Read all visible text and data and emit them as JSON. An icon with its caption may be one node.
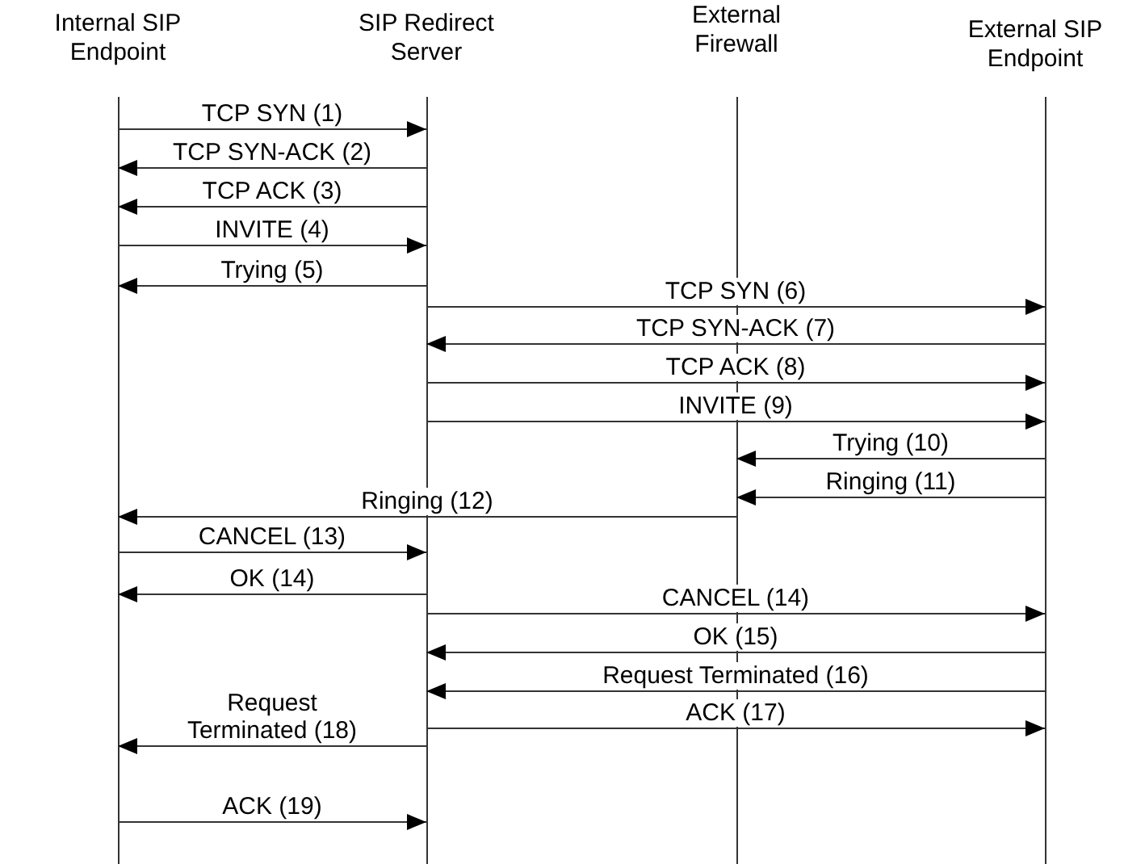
{
  "diagram": {
    "nodes": [
      {
        "text": [
          "Internal SIP Endpoint"
        ]
      },
      {
        "text": [
          "SIP Redirect Server"
        ]
      },
      {
        "text": [
          "External Firewall"
        ]
      },
      {
        "text": [
          "External SIP Endpoint"
        ]
      }
    ],
    "edges": [
      {
        "from": 0,
        "to": 1,
        "arrow": "to",
        "label": "TCP SYN (1)"
      },
      {
        "from": 1,
        "to": 0,
        "arrow": "to",
        "label": "TCP SYN-ACK (2)"
      },
      {
        "from": 1,
        "to": 0,
        "arrow": "to",
        "label": "TCP ACK (3)"
      },
      {
        "from": 0,
        "to": 1,
        "arrow": "to",
        "label": "INVITE (4)"
      },
      {
        "from": 1,
        "to": 0,
        "arrow": "to",
        "label": "Trying (5)"
      },
      {
        "from": 1,
        "to": 3,
        "arrow": "to",
        "label": "TCP SYN (6)"
      },
      {
        "from": 3,
        "to": 1,
        "arrow": "to",
        "label": "TCP SYN-ACK (7)"
      },
      {
        "from": 1,
        "to": 3,
        "arrow": "to",
        "label": "TCP ACK (8)"
      },
      {
        "from": 1,
        "to": 3,
        "arrow": "to",
        "label": "INVITE (9)"
      },
      {
        "from": 3,
        "to": 2,
        "arrow": "to",
        "label": "Trying (10)"
      },
      {
        "from": 3,
        "to": 2,
        "arrow": "to",
        "label": "Ringing (11)"
      },
      {
        "from": 2,
        "to": 0,
        "arrow": "to",
        "label": "Ringing (12)"
      },
      {
        "from": 0,
        "to": 1,
        "arrow": "to",
        "label": "CANCEL (13)"
      },
      {
        "from": 1,
        "to": 0,
        "arrow": "to",
        "label": "OK (14)"
      },
      {
        "from": 1,
        "to": 3,
        "arrow": "to",
        "label": "CANCEL (14)"
      },
      {
        "from": 3,
        "to": 1,
        "arrow": "to",
        "label": "OK (15)"
      },
      {
        "from": 3,
        "to": 1,
        "arrow": "to",
        "label": "Request Terminated (16)"
      },
      {
        "from": 1,
        "to": 3,
        "arrow": "to",
        "label": "ACK (17)"
      },
      {
        "from": 1,
        "to": 0,
        "arrow": "to",
        "label": "Request Terminated (18)"
      },
      {
        "from": 0,
        "to": 1,
        "arrow": "to",
        "label": "ACK (19)"
      }
    ]
  }
}
